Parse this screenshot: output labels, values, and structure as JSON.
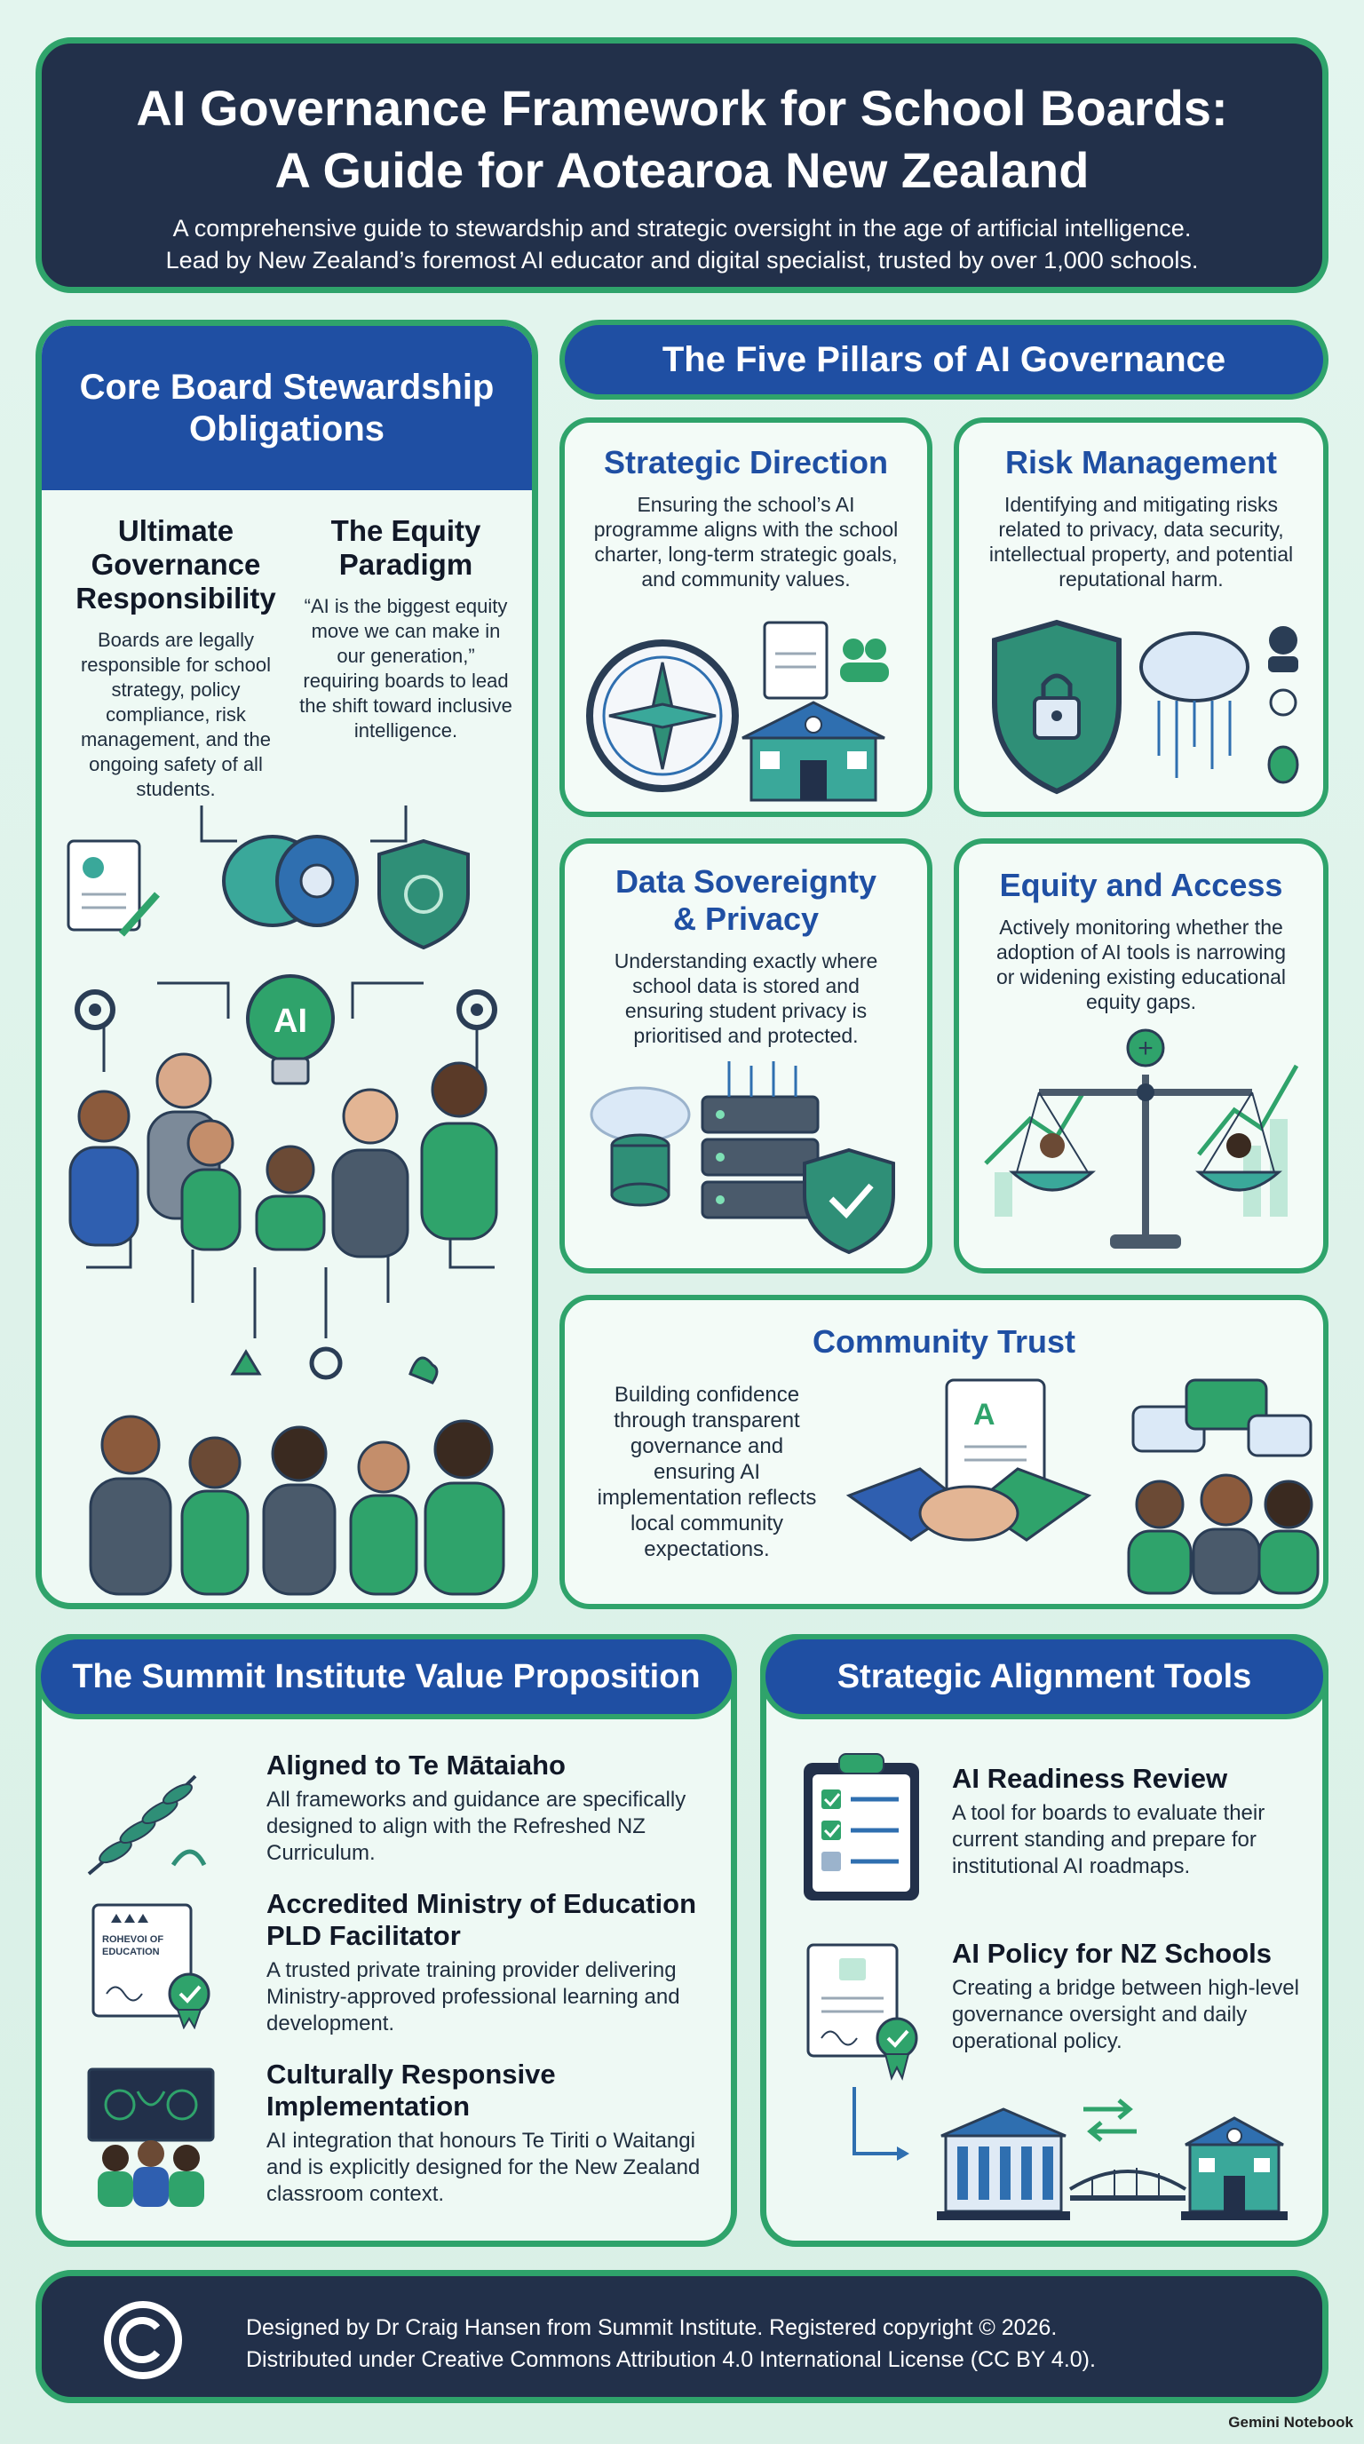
{
  "header": {
    "title_line1": "AI Governance Framework for School Boards:",
    "title_line2": "A Guide for Aotearoa New Zealand",
    "subtitle_line1": "A comprehensive guide to stewardship and strategic oversight in the age of artificial intelligence.",
    "subtitle_line2": "Lead by New Zealand’s foremost AI educator and digital specialist, trusted by over 1,000 schools."
  },
  "core": {
    "title": "Core Board Stewardship Obligations",
    "col1_title": "Ultimate Governance Responsibility",
    "col1_text": "Boards are legally responsible for school strategy, policy compliance, risk management, and the ongoing safety of all students.",
    "col2_title": "The Equity Paradigm",
    "col2_text": "“AI is the biggest equity move we can make in our generation,” requiring boards to lead the shift toward inclusive intelligence.",
    "ai_badge": "AI"
  },
  "pillars": {
    "title": "The Five Pillars of AI Governance",
    "strategic": {
      "title": "Strategic Direction",
      "text": "Ensuring the school’s AI programme aligns with the school charter, long-term strategic goals, and community values."
    },
    "risk": {
      "title": "Risk Management",
      "text": "Identifying and mitigating risks related to privacy, data security, intellectual property, and potential reputational harm."
    },
    "data": {
      "title": "Data Sovereignty & Privacy",
      "text": "Understanding exactly where school data is stored and ensuring student privacy is prioritised and protected."
    },
    "equity": {
      "title": "Equity and Access",
      "text": "Actively monitoring whether the adoption of AI tools is narrowing or widening existing educational equity gaps."
    },
    "trust": {
      "title": "Community Trust",
      "text": "Building confidence through transparent governance and ensuring AI implementation reflects local community expectations."
    }
  },
  "value": {
    "title": "The Summit Institute Value Proposition",
    "items": [
      {
        "title": "Aligned to Te Mātaiaho",
        "text": "All frameworks and guidance are specifically designed to align with the Refreshed NZ Curriculum."
      },
      {
        "title": "Accredited Ministry of Education PLD Facilitator",
        "text": "A trusted private training provider delivering Ministry-approved professional learning and development."
      },
      {
        "title": "Culturally Responsive Implementation",
        "text": "AI integration that honours Te Tiriti o Waitangi and is explicitly designed for the New Zealand classroom context."
      }
    ],
    "certificate_text_line1": "ROHEVOI OF",
    "certificate_text_line2": "EDUCATION"
  },
  "tools": {
    "title": "Strategic Alignment Tools",
    "items": [
      {
        "title": "AI Readiness Review",
        "text": "A tool for boards to evaluate their current standing and prepare for institutional AI roadmaps."
      },
      {
        "title": "AI Policy for NZ Schools",
        "text": "Creating a bridge between high-level governance oversight and daily operational policy."
      }
    ]
  },
  "footer": {
    "line1": "Designed by Dr Craig Hansen from Summit Institute. Registered copyright © 2026.",
    "line2": "Distributed under Creative Commons Attribution 4.0 International License (CC BY 4.0)."
  },
  "brand": "Gemini Notebook",
  "colors": {
    "navy": "#22304a",
    "blue": "#1f4fa3",
    "green": "#2fa36b",
    "bg": "#dff3ea"
  }
}
